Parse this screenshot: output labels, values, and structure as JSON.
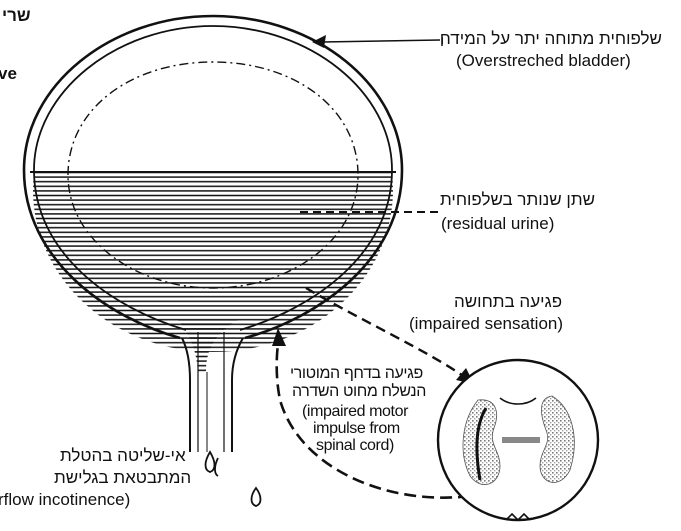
{
  "edge_text": {
    "top_cut": "שרי",
    "mid_cut": "ve"
  },
  "labels": {
    "bladder_he": "שלפוחית מתוחה יתר על המידה",
    "bladder_en": "(Overstreched bladder)",
    "urine_he": "שתן שנותר בשלפוחית",
    "urine_en": "(residual urine)",
    "sensation_he": "פגיעה בתחושה",
    "sensation_en": "(impaired sensation)",
    "motor_he_1": "פגיעה בדחף המוטורי",
    "motor_he_2": "הנשלח מחוט השדרה",
    "motor_en_1": "(impaired motor",
    "motor_en_2": "impulse from",
    "motor_en_3": "spinal cord)",
    "overflow_he_1": "אי-שליטה בהטלת",
    "overflow_he_2": "המתבטאת בגלישת",
    "overflow_en": "rflow incotinence)"
  },
  "colors": {
    "ink": "#111111",
    "paper": "#ffffff",
    "stipple": "#8c8c8c"
  }
}
